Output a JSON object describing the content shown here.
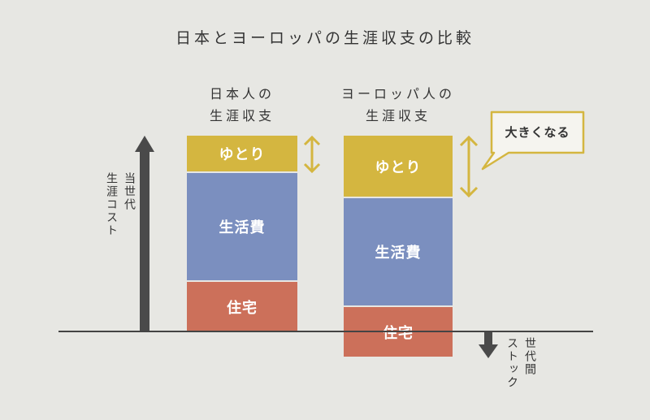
{
  "title": "日本とヨーロッパの生涯収支の比較",
  "columns": [
    {
      "label_lines": [
        "日本人の",
        "生涯収支"
      ],
      "segments": {
        "yutori": "ゆとり",
        "seikatsuhi": "生活費",
        "jutaku": "住宅"
      }
    },
    {
      "label_lines": [
        "ヨーロッパ人の",
        "生涯収支"
      ],
      "segments": {
        "yutori": "ゆとり",
        "seikatsuhi": "生活費",
        "jutaku": "住宅"
      }
    }
  ],
  "left_axis_label_lines": [
    "当世代",
    "生涯コスト"
  ],
  "right_axis_label_lines": [
    "世代間",
    "ストック"
  ],
  "callout": "大きくなる",
  "colors": {
    "yutori": "#d4b640",
    "seikatsuhi": "#7b8fbf",
    "jutaku": "#cc705a",
    "arrow_gold": "#d4b640",
    "axis_dark": "#4a4a4a",
    "background": "#e7e7e3"
  },
  "chart_data": {
    "type": "bar",
    "stacked": true,
    "categories": [
      "日本人の生涯収支",
      "ヨーロッパ人の生涯収支"
    ],
    "series": [
      {
        "name": "住宅"
      },
      {
        "name": "生活費"
      },
      {
        "name": "ゆとり"
      }
    ]
  }
}
